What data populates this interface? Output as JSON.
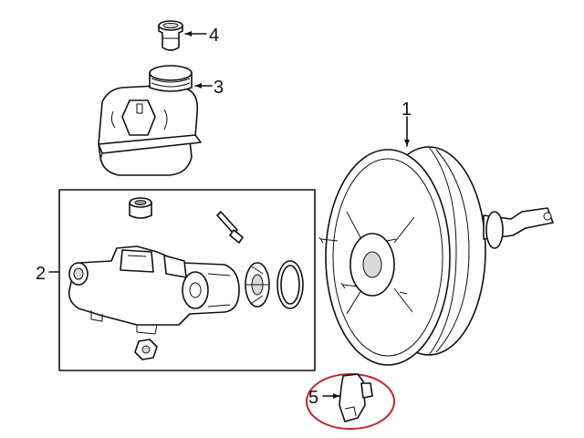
{
  "diagram": {
    "callouts": [
      {
        "id": "1",
        "text": "1",
        "part": "brake-booster"
      },
      {
        "id": "2",
        "text": "2",
        "part": "master-cylinder-kit"
      },
      {
        "id": "3",
        "text": "3",
        "part": "fluid-reservoir"
      },
      {
        "id": "4",
        "text": "4",
        "part": "reservoir-grommet"
      },
      {
        "id": "5",
        "text": "5",
        "part": "vacuum-sensor"
      }
    ],
    "colors": {
      "line": "#111111",
      "highlight_ring": "#c0282d",
      "shade": "#d9d9d9",
      "background": "#ffffff"
    }
  }
}
